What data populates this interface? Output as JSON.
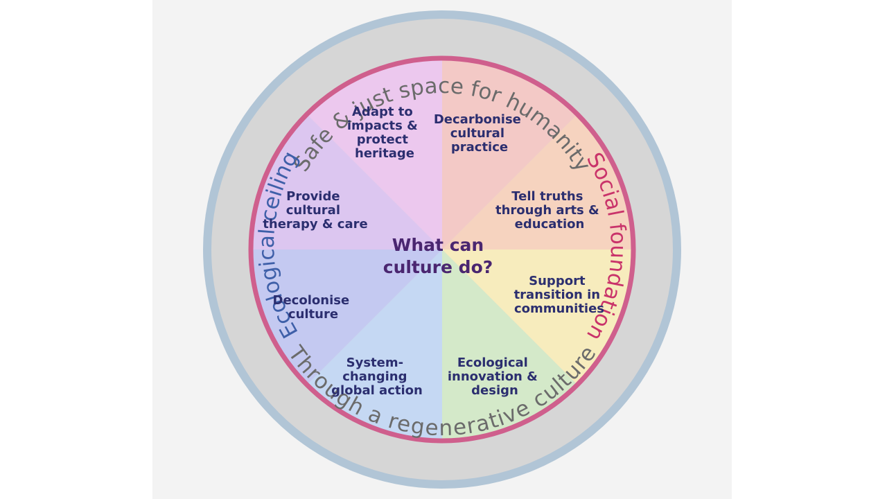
{
  "center": {
    "line1": "What can",
    "line2": "culture do?"
  },
  "ring": {
    "top": "Safe & just space for humanity",
    "bottom": "Through a regenerative culture",
    "left": "Ecological ceiling",
    "right": "Social foundation"
  },
  "segments": [
    {
      "lines": [
        "Decarbonise",
        "cultural",
        "practice"
      ],
      "color": "#f3c9c6"
    },
    {
      "lines": [
        "Tell truths",
        "through arts &",
        "education"
      ],
      "color": "#f6d3bf"
    },
    {
      "lines": [
        "Support",
        "transition in",
        "communities"
      ],
      "color": "#f7ecbd"
    },
    {
      "lines": [
        "Ecological",
        "innovation &",
        "design"
      ],
      "color": "#d4e9c9"
    },
    {
      "lines": [
        "System-",
        "changing",
        "global action"
      ],
      "color": "#c5d8f3"
    },
    {
      "lines": [
        "Decolonise",
        "culture"
      ],
      "color": "#c4c9f1"
    },
    {
      "lines": [
        "Provide",
        "cultural",
        "therapy & care"
      ],
      "color": "#dcc6f0"
    },
    {
      "lines": [
        "Adapt to",
        "impacts &",
        "protect",
        "heritage"
      ],
      "color": "#ecc8ee"
    }
  ],
  "colors": {
    "outer_ring": "#b1c5d6",
    "band": "#d6d6d6",
    "inner_ring": "#cf5f8d",
    "ring_text": "#6b6b6b",
    "ceiling_text": "#3e5fa8",
    "foundation_text": "#c9336a"
  }
}
